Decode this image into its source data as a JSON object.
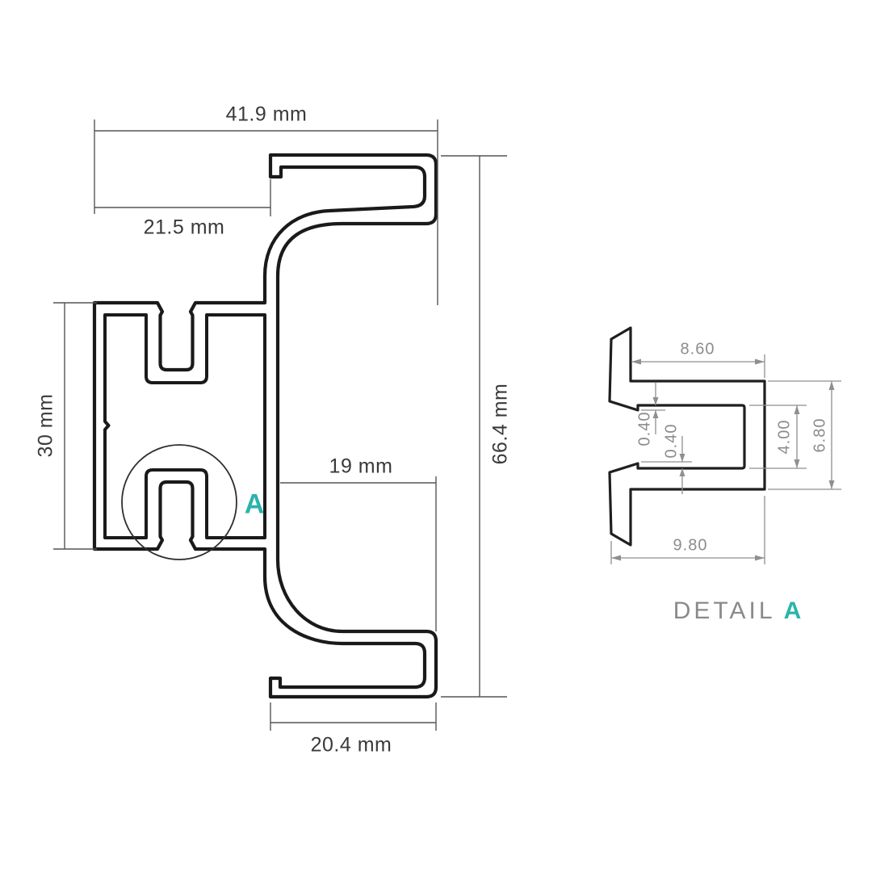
{
  "drawing": {
    "type": "technical-cross-section",
    "colors": {
      "background": "#ffffff",
      "profile_line": "#1a1a1a",
      "main_dim_line": "#555555",
      "main_dim_text": "#3a3a3a",
      "detail_dim_line": "#8f8f8f",
      "detail_dim_text": "#8c8c8c",
      "accent_teal": "#2bb3ab"
    },
    "main_view": {
      "dimensions": {
        "width_total": "41.9 mm",
        "width_offset": "21.5 mm",
        "height_block": "30 mm",
        "width_channel": "19 mm",
        "height_total": "66.4 mm",
        "width_bottom_arm": "20.4 mm"
      },
      "detail_callout": "A"
    },
    "detail_view": {
      "title": "DETAIL",
      "title_ref": "A",
      "dimensions": {
        "depth_inner": "8.60",
        "lip_top": "0.40",
        "lip_bottom": "0.40",
        "height_inner": "4.00",
        "height_outer": "6.80",
        "depth_outer": "9.80"
      }
    }
  }
}
